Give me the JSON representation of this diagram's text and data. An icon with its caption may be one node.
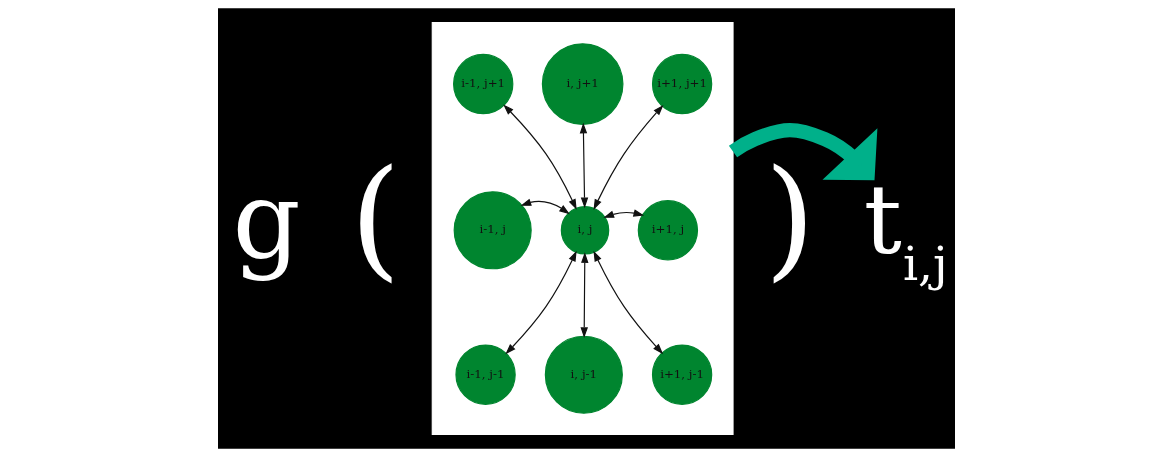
{
  "diagram": {
    "nodes": [
      {
        "text": [],
        "shape": "box"
      },
      {
        "text": [
          "i-1, j+1"
        ],
        "in": 0
      },
      {
        "text": [
          "i, j+1"
        ],
        "in": 0
      },
      {
        "text": [
          "i+1, j+1"
        ],
        "in": 0
      },
      {
        "text": [
          "i-1, j"
        ],
        "in": 0
      },
      {
        "text": [
          "i, j"
        ],
        "in": 0
      },
      {
        "text": [
          "i+1, j"
        ],
        "in": 0
      },
      {
        "text": [
          "i-1, j-1"
        ],
        "in": 0
      },
      {
        "text": [
          "i, j-1"
        ],
        "in": 0
      },
      {
        "text": [
          "i+1, j-1"
        ],
        "in": 0
      },
      {
        "text": [
          "t$_{i,j}$"
        ]
      }
    ],
    "edges": [
      {
        "from": 1,
        "to": 5,
        "arrow": "both"
      },
      {
        "from": 2,
        "to": 5,
        "arrow": "both"
      },
      {
        "from": 3,
        "to": 5,
        "arrow": "both"
      },
      {
        "from": 4,
        "to": 5,
        "arrow": "both"
      },
      {
        "from": 5,
        "to": 6,
        "arrow": "both"
      },
      {
        "from": 5,
        "to": 7,
        "arrow": "both"
      },
      {
        "from": 5,
        "to": 8,
        "arrow": "both"
      },
      {
        "from": 5,
        "to": 9,
        "arrow": "both"
      },
      {
        "from": 0,
        "to": 10,
        "arrow": "to",
        "style": "thick",
        "color": "#00b08a"
      }
    ],
    "labels": [
      "g",
      "(",
      ")"
    ]
  }
}
